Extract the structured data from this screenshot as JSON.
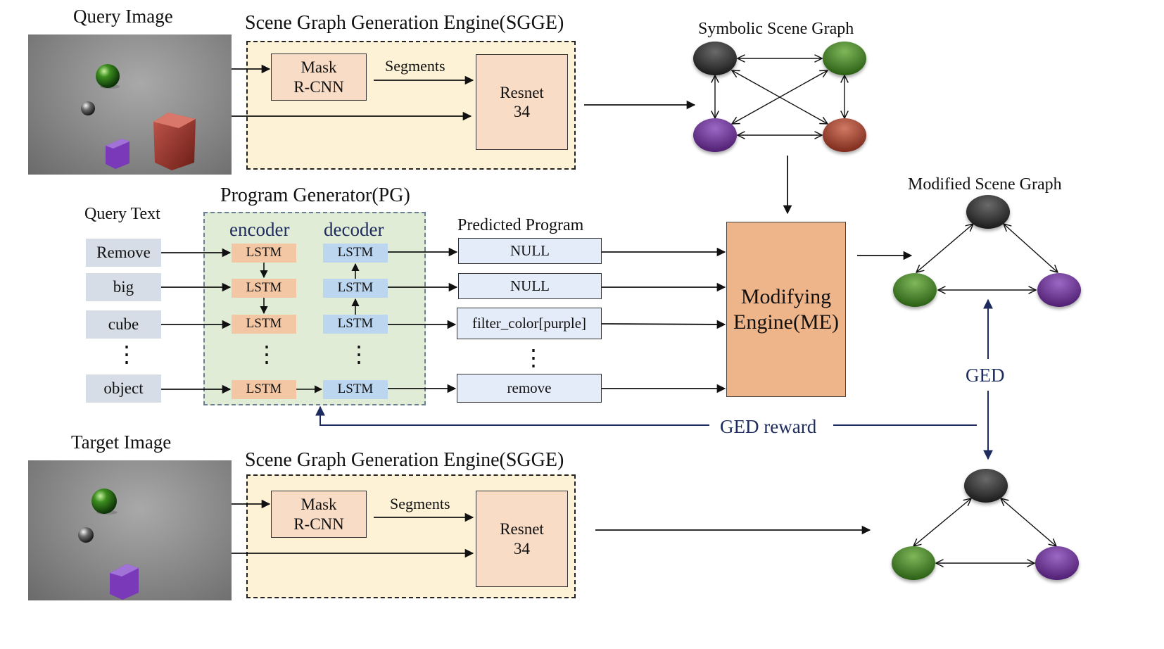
{
  "top": {
    "query_image_label": "Query Image",
    "sgge_title": "Scene Graph Generation Engine(SGGE)",
    "mask_label": "Mask\nR-CNN",
    "segments_label": "Segments",
    "resnet_label": "Resnet\n34",
    "symbolic_label": "Symbolic Scene Graph"
  },
  "middle": {
    "pg_title": "Program Generator(PG)",
    "query_text_label": "Query Text",
    "encoder_label": "encoder",
    "decoder_label": "decoder",
    "predicted_label": "Predicted Program",
    "words": [
      "Remove",
      "big",
      "cube",
      "object"
    ],
    "lstm_label": "LSTM",
    "programs": [
      "NULL",
      "NULL",
      "filter_color[purple]",
      "remove"
    ],
    "me_label": "Modifying\nEngine(ME)",
    "modified_label": "Modified Scene Graph",
    "ged_label": "GED",
    "ged_reward_label": "GED reward",
    "ellipsis": "⋮"
  },
  "bottom": {
    "target_image_label": "Target Image",
    "sgge_title": "Scene Graph Generation Engine(SGGE)",
    "mask_label": "Mask\nR-CNN",
    "segments_label": "Segments",
    "resnet_label": "Resnet\n34"
  },
  "colors": {
    "node_black": "#2a2a2a",
    "node_green": "#3d7a22",
    "node_purple": "#6a3190",
    "node_red": "#a3402f",
    "navy": "#1d2b5e"
  }
}
